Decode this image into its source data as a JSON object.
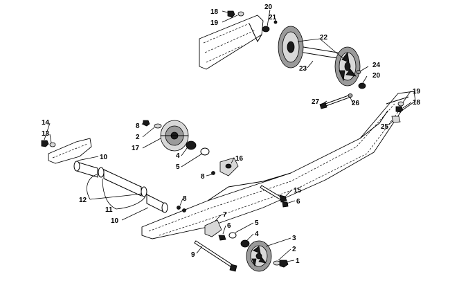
{
  "callouts": [
    {
      "id": "c18a",
      "text": "18"
    },
    {
      "id": "c19a",
      "text": "19"
    },
    {
      "id": "c20a",
      "text": "20"
    },
    {
      "id": "c21",
      "text": "21"
    },
    {
      "id": "c22",
      "text": "22"
    },
    {
      "id": "c23",
      "text": "23"
    },
    {
      "id": "c24",
      "text": "24"
    },
    {
      "id": "c20b",
      "text": "20"
    },
    {
      "id": "c19b",
      "text": "19"
    },
    {
      "id": "c18b",
      "text": "18"
    },
    {
      "id": "c25",
      "text": "25"
    },
    {
      "id": "c26",
      "text": "26"
    },
    {
      "id": "c27",
      "text": "27"
    },
    {
      "id": "c14",
      "text": "14"
    },
    {
      "id": "c13",
      "text": "13"
    },
    {
      "id": "c8a",
      "text": "8"
    },
    {
      "id": "c2a",
      "text": "2"
    },
    {
      "id": "c17",
      "text": "17"
    },
    {
      "id": "c4a",
      "text": "4"
    },
    {
      "id": "c5a",
      "text": "5"
    },
    {
      "id": "c16",
      "text": "16"
    },
    {
      "id": "c8b",
      "text": "8"
    },
    {
      "id": "c10a",
      "text": "10"
    },
    {
      "id": "c12",
      "text": "12"
    },
    {
      "id": "c11",
      "text": "11"
    },
    {
      "id": "c10b",
      "text": "10"
    },
    {
      "id": "c15",
      "text": "15"
    },
    {
      "id": "c6a",
      "text": "6"
    },
    {
      "id": "c8c",
      "text": "8"
    },
    {
      "id": "c7",
      "text": "7"
    },
    {
      "id": "c6b",
      "text": "6"
    },
    {
      "id": "c5b",
      "text": "5"
    },
    {
      "id": "c4b",
      "text": "4"
    },
    {
      "id": "c9",
      "text": "9"
    },
    {
      "id": "c3",
      "text": "3"
    },
    {
      "id": "c2b",
      "text": "2"
    },
    {
      "id": "c1",
      "text": "1"
    }
  ]
}
